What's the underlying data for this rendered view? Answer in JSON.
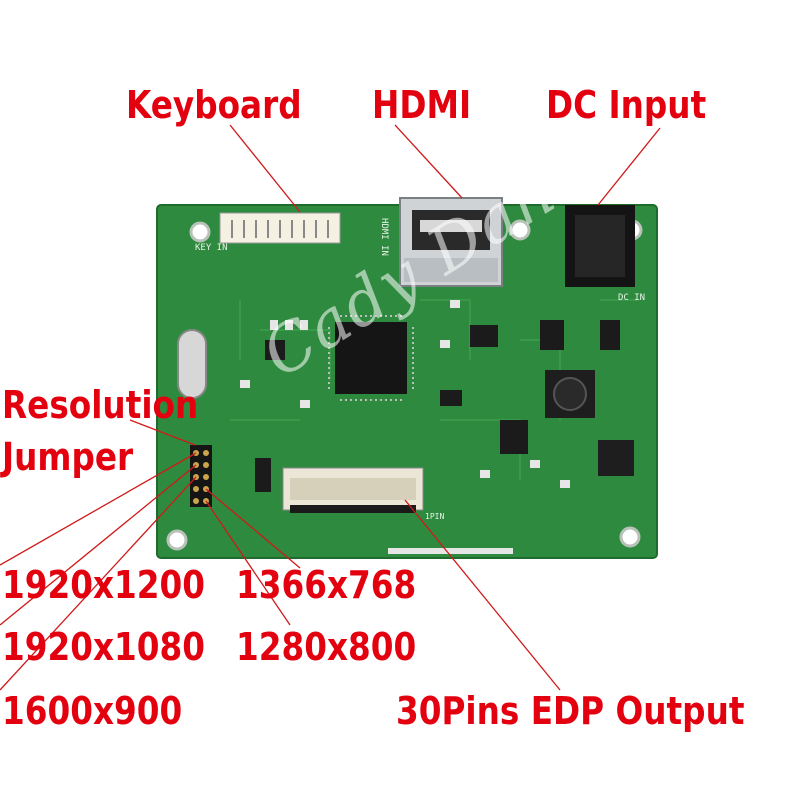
{
  "labels": {
    "keyboard": "Keyboard",
    "hdmi": "HDMI",
    "dc_input": "DC Input",
    "resolution": "Resolution",
    "jumper": "Jumper",
    "res_1920x1200": "1920x1200",
    "res_1366x768": "1366x768",
    "res_1920x1080": "1920x1080",
    "res_1280x800": "1280x800",
    "res_1600x900": "1600x900",
    "edp_output": "30Pins EDP Output"
  },
  "silkscreen": {
    "key_in": "KEY IN",
    "hdmi_in": "HDMI IN",
    "dc_in": "DC IN",
    "pin1": "1PIN"
  },
  "watermark": "Cady Dahl",
  "colors": {
    "label": "#e3000f",
    "pcb": "#2e8a3e",
    "leader": "#d01a1a"
  }
}
